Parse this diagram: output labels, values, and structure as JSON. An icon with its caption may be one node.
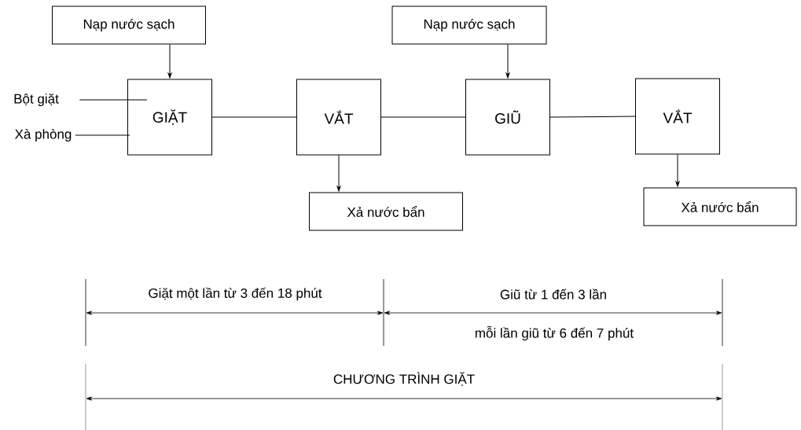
{
  "diagram": {
    "nodes": [
      {
        "text": [
          "Nạp nước sạch"
        ]
      },
      {
        "text": [
          "Nạp nước sạch"
        ]
      },
      {
        "text": [
          "Bột giặt"
        ]
      },
      {
        "text": [
          "Xà phòng"
        ]
      },
      {
        "text": [
          "GIẶT"
        ]
      },
      {
        "text": [
          "VẮT"
        ]
      },
      {
        "text": [
          "GIŨ"
        ]
      },
      {
        "text": [
          "VẮT"
        ]
      },
      {
        "text": [
          "Xả nước bẩn"
        ]
      },
      {
        "text": [
          "Xả nước bẩn"
        ]
      }
    ],
    "edges": [
      {
        "from": 0,
        "to": 4,
        "arrow": "to"
      },
      {
        "from": 1,
        "to": 6,
        "arrow": "to"
      },
      {
        "from": 2,
        "to": 4,
        "arrow": "none"
      },
      {
        "from": 3,
        "to": 4,
        "arrow": "none"
      },
      {
        "from": 4,
        "to": 5,
        "arrow": "none"
      },
      {
        "from": 5,
        "to": 6,
        "arrow": "none"
      },
      {
        "from": 6,
        "to": 7,
        "arrow": "none"
      },
      {
        "from": 5,
        "to": 8,
        "arrow": "to"
      },
      {
        "from": 7,
        "to": 9,
        "arrow": "to"
      }
    ],
    "labels": [
      "Giặt một lần từ 3 đến 18 phút",
      "Giũ từ 1 đến 3 lần",
      "mỗi lần giũ từ 6 đến 7 phút",
      "CHƯƠNG TRÌNH GIẶT"
    ]
  }
}
